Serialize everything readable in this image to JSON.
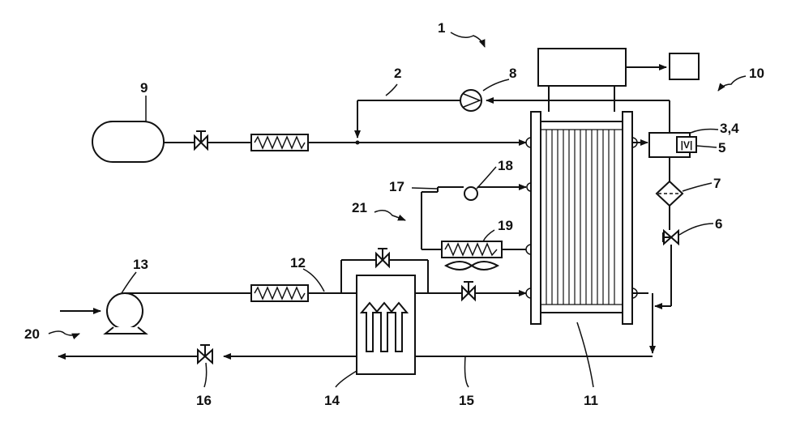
{
  "labels": {
    "l1": "1",
    "l2": "2",
    "l8": "8",
    "l9": "9",
    "l10": "10",
    "l34": "3,4",
    "l5": "5",
    "l7": "7",
    "l6": "6",
    "l17": "17",
    "l18": "18",
    "l21": "21",
    "l19": "19",
    "l13": "13",
    "l12": "12",
    "l20": "20",
    "l16": "16",
    "l14": "14",
    "l15": "15",
    "l11": "11"
  },
  "sensor_mark": "|V|"
}
